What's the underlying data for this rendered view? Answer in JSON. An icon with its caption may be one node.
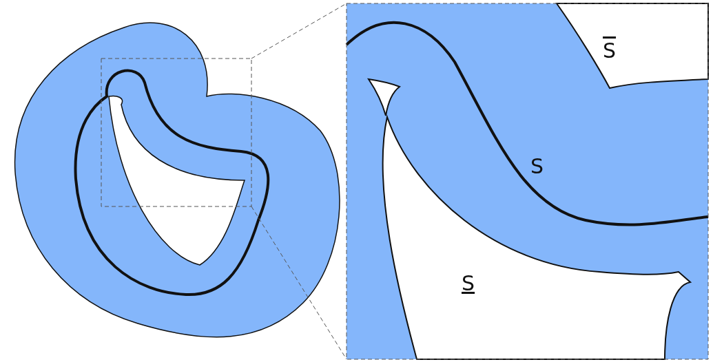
{
  "diagram": {
    "labels": [
      "S",
      "S",
      "S"
    ]
  }
}
